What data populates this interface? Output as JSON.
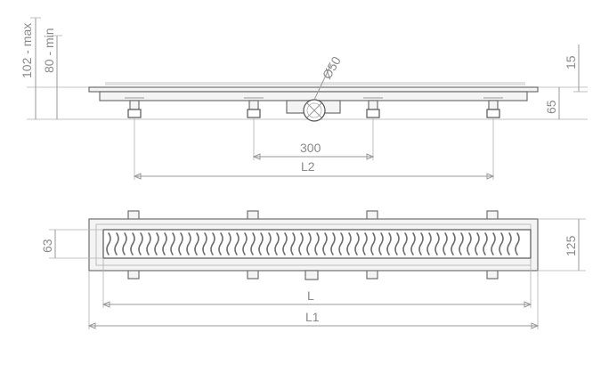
{
  "dimensions": {
    "max_height": "102 - max",
    "min_height": "80 - min",
    "outlet_diameter": "Ø50",
    "top_thickness": "15",
    "side_height": "65",
    "leg_spacing": "300",
    "length_l2": "L2",
    "grate_width": "63",
    "overall_width": "125",
    "length_l": "L",
    "length_l1": "L1"
  },
  "colors": {
    "line": "#9a9a9a",
    "part": "#6f6f6f",
    "text": "#8a8a8a"
  }
}
